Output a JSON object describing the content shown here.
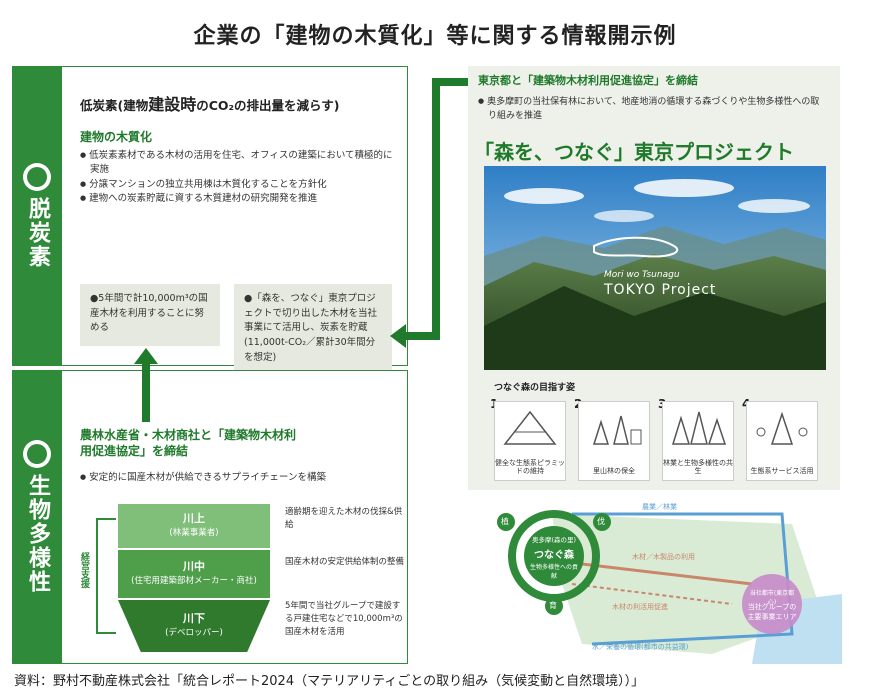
{
  "title": "企業の「建物の木質化」等に関する情報開示例",
  "colors": {
    "green": "#2f8a3a",
    "dark_green": "#1f7a2b",
    "grey_box": "#e6e9df"
  },
  "decarbonization": {
    "category": "脱炭素",
    "heading_prefix": "低炭素(建物",
    "heading_emph": "建設時",
    "heading_suffix": "のCO₂の排出量を減らす)",
    "subheading": "建物の木質化",
    "bullets": [
      "低炭素素材である木材の活用を住宅、オフィスの建築において積極的に実施",
      "分譲マンションの独立共用棟は木質化することを方針化",
      "建物への炭素貯蔵に資する木質建材の研究開発を推進"
    ],
    "box_left": "●5年間で計10,000m³の国産木材を利用することに努める",
    "box_right": "●「森を、つなぐ」東京プロジェクトで切り出した木材を当社事業にて活用し、炭素を貯蔵(11,000t-CO₂／累計30年間分を想定)"
  },
  "biodiversity": {
    "category": "生物多様性",
    "heading": "農林水産省・木材商社と「建築物木材利用促進協定」を締結",
    "bullet": "安定的に国産木材が供給できるサプライチェーンを構築",
    "support_label": "経営支援",
    "tiers": [
      {
        "main": "川上",
        "sub": "(林業事業者)",
        "text": "適齢期を迎えた木材の伐採&供給"
      },
      {
        "main": "川中",
        "sub": "(住宅用建築部材メーカー・商社)",
        "text": "国産木材の安定供給体制の整備"
      },
      {
        "main": "川下",
        "sub": "(デベロッパー)",
        "text": "5年間で当社グループで建設する戸建住宅などで10,000m³の国産木材を活用"
      }
    ]
  },
  "tokyo": {
    "agreement": "東京都と「建築物木材利用促進協定」を締結",
    "bullet": "奥多摩町の当社保有林において、地産地消の循環する森づくりや生物多様性への取り組みを推進",
    "project_title": "「森を、つなぐ」東京プロジェクト",
    "photo_caption_1": "Mori wo Tsunagu",
    "photo_caption_2": "TOKYO Project",
    "values_title": "つなぐ森の目指す姿",
    "values": [
      {
        "num": "1",
        "label": "健全な生態系ピラミッドの維持"
      },
      {
        "num": "2",
        "label": "里山林の保全"
      },
      {
        "num": "3",
        "label": "林業と生物多様性の共生"
      },
      {
        "num": "4",
        "label": "生態系サービス活用"
      }
    ]
  },
  "cycle": {
    "center_small": "奥多摩(森の里)",
    "center_main": "つなぐ森",
    "center_sub": "生物多様性への貢献",
    "node_left_top": "植",
    "node_right_top": "伐",
    "node_bottom": "育",
    "label_top": "農業／林業",
    "label_mid_top": "木材／木製品の利用",
    "label_mid": "木材の利活用促進",
    "label_bottom": "水／栄養の循環(都市の共益環)",
    "city_small": "当社都市(東京都心)",
    "city_main": "当社グループの主要事業エリア"
  },
  "footer": "資料：野村不動産株式会社「統合レポート2024（マテリアリティごとの取り組み（気候変動と自然環境））」"
}
